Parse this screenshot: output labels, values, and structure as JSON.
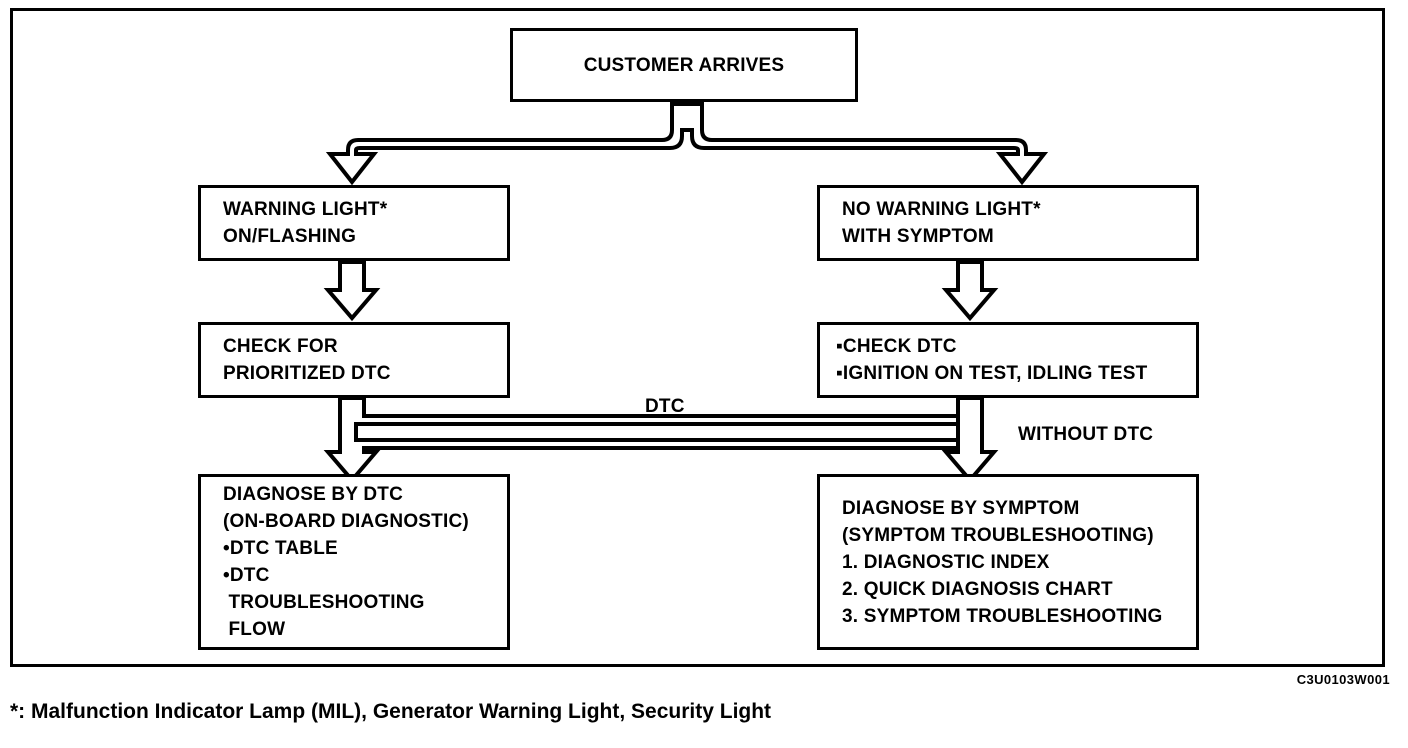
{
  "figure": {
    "code": "C3U0103W001",
    "footnote": "*: Malfunction Indicator Lamp (MIL), Generator Warning Light, Security Light"
  },
  "nodes": {
    "start": {
      "name": "customer-arrives",
      "lines": [
        "CUSTOMER ARRIVES"
      ]
    },
    "warning_light": {
      "name": "warning-light-on-flashing",
      "lines": [
        "WARNING LIGHT*",
        "ON/FLASHING"
      ]
    },
    "no_warning_light": {
      "name": "no-warning-light-with-symptom",
      "lines": [
        "NO WARNING LIGHT*",
        "WITH SYMPTOM"
      ]
    },
    "check_prioritized": {
      "name": "check-for-prioritized-dtc",
      "lines": [
        "CHECK FOR",
        "PRIORITIZED DTC"
      ]
    },
    "check_dtc_tests": {
      "name": "check-dtc-and-tests",
      "lines": [
        "▪CHECK DTC",
        "▪IGNITION ON TEST, IDLING TEST"
      ]
    },
    "diagnose_by_dtc": {
      "name": "diagnose-by-dtc",
      "lines": [
        "DIAGNOSE BY DTC",
        "(ON-BOARD DIAGNOSTIC)",
        "•DTC TABLE",
        "•DTC",
        " TROUBLESHOOTING",
        " FLOW"
      ]
    },
    "diagnose_by_symptom": {
      "name": "diagnose-by-symptom",
      "lines": [
        "DIAGNOSE BY SYMPTOM",
        "(SYMPTOM TROUBLESHOOTING)",
        "1. DIAGNOSTIC INDEX",
        "2. QUICK DIAGNOSIS CHART",
        "3. SYMPTOM TROUBLESHOOTING"
      ]
    }
  },
  "edge_labels": {
    "dtc": "DTC",
    "without_dtc": "WITHOUT DTC"
  },
  "colors": {
    "stroke": "#000000",
    "fill": "#ffffff"
  }
}
